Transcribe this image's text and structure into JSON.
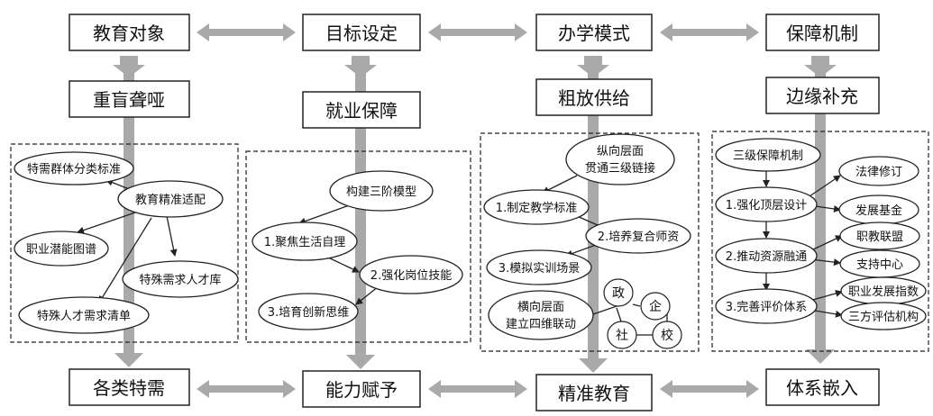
{
  "columns": [
    {
      "top": "教育对象",
      "mid": "重盲聋哑",
      "bottom": "各类特需",
      "nodes": [
        "特需群体分类标准",
        "教育精准适配",
        "职业潜能图谱",
        "特殊需求人才库",
        "特殊人才需求清单"
      ]
    },
    {
      "top": "目标设定",
      "mid": "就业保障",
      "bottom": "能力赋予",
      "nodes": [
        "构建三阶模型",
        "1.聚焦生活自理",
        "2.强化岗位技能",
        "3.培育创新思维"
      ]
    },
    {
      "top": "办学模式",
      "mid": "粗放供给",
      "bottom": "精准教育",
      "nodes": [
        "纵向层面",
        "贯通三级链接",
        "1.制定教学标准",
        "2.培养复合师资",
        "3.模拟实训场景",
        "横向层面",
        "建立四维联动"
      ],
      "parties": [
        "政",
        "企",
        "社",
        "校"
      ]
    },
    {
      "top": "保障机制",
      "mid": "边缘补充",
      "bottom": "体系嵌入",
      "nodes": [
        "三级保障机制",
        "1.强化顶层设计",
        "2.推动资源融通",
        "3.完善评价体系"
      ],
      "leaves": [
        "法律修订",
        "发展基金",
        "职教联盟",
        "支持中心",
        "职业发展指数",
        "三方评估机构"
      ]
    }
  ],
  "colors": {
    "bar": "#a9a9a9",
    "stroke": "#222222"
  }
}
